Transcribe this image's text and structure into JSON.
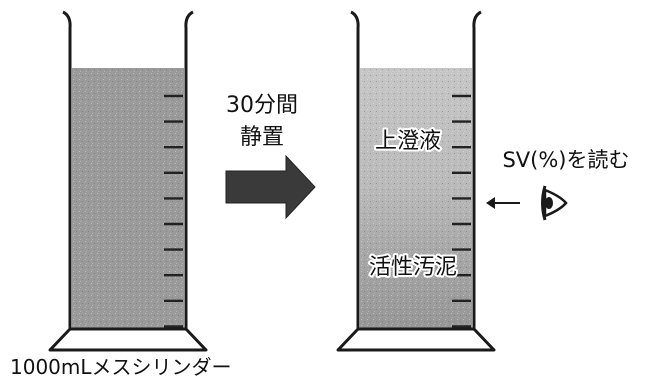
{
  "labels": {
    "cylinder_caption": "1000mLメスシリンダー",
    "process_time": "30分間",
    "process_action": "静置",
    "supernatant": "上澄液",
    "activated_sludge": "活性汚泥",
    "read_sv": "SV(%)を読む"
  },
  "icons": {
    "process_arrow": "right-arrow-icon",
    "pointer_arrow": "left-arrow-icon",
    "eye": "eye-icon"
  },
  "colors": {
    "outline": "#1a1a1a",
    "sludge": "#9a9a9a",
    "supernatant": "#bdbdbd",
    "arrow": "#3a3a3a",
    "text_halo": "#ffffff"
  }
}
